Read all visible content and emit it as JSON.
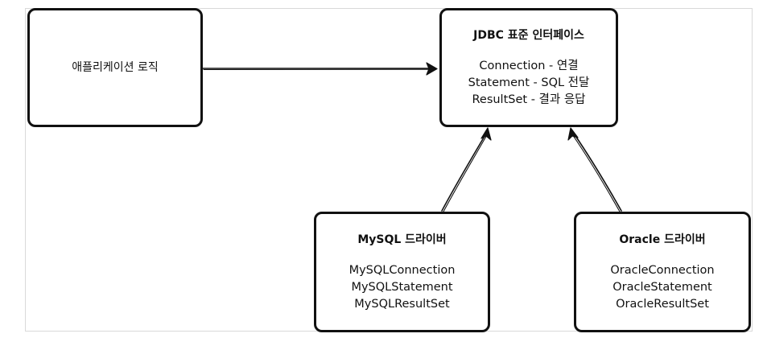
{
  "diagram": {
    "app_box": {
      "label": "애플리케이션 로직"
    },
    "jdbc_box": {
      "title": "JDBC 표준 인터페이스",
      "lines": [
        "Connection - 연결",
        "Statement - SQL 전달",
        "ResultSet - 결과 응답"
      ]
    },
    "mysql_box": {
      "title": "MySQL 드라이버",
      "lines": [
        "MySQLConnection",
        "MySQLStatement",
        "MySQLResultSet"
      ]
    },
    "oracle_box": {
      "title": "Oracle 드라이버",
      "lines": [
        "OracleConnection",
        "OracleStatement",
        "OracleResultSet"
      ]
    },
    "colors": {
      "stroke": "#111111",
      "frame": "#d9d9d9",
      "background": "#ffffff"
    }
  }
}
